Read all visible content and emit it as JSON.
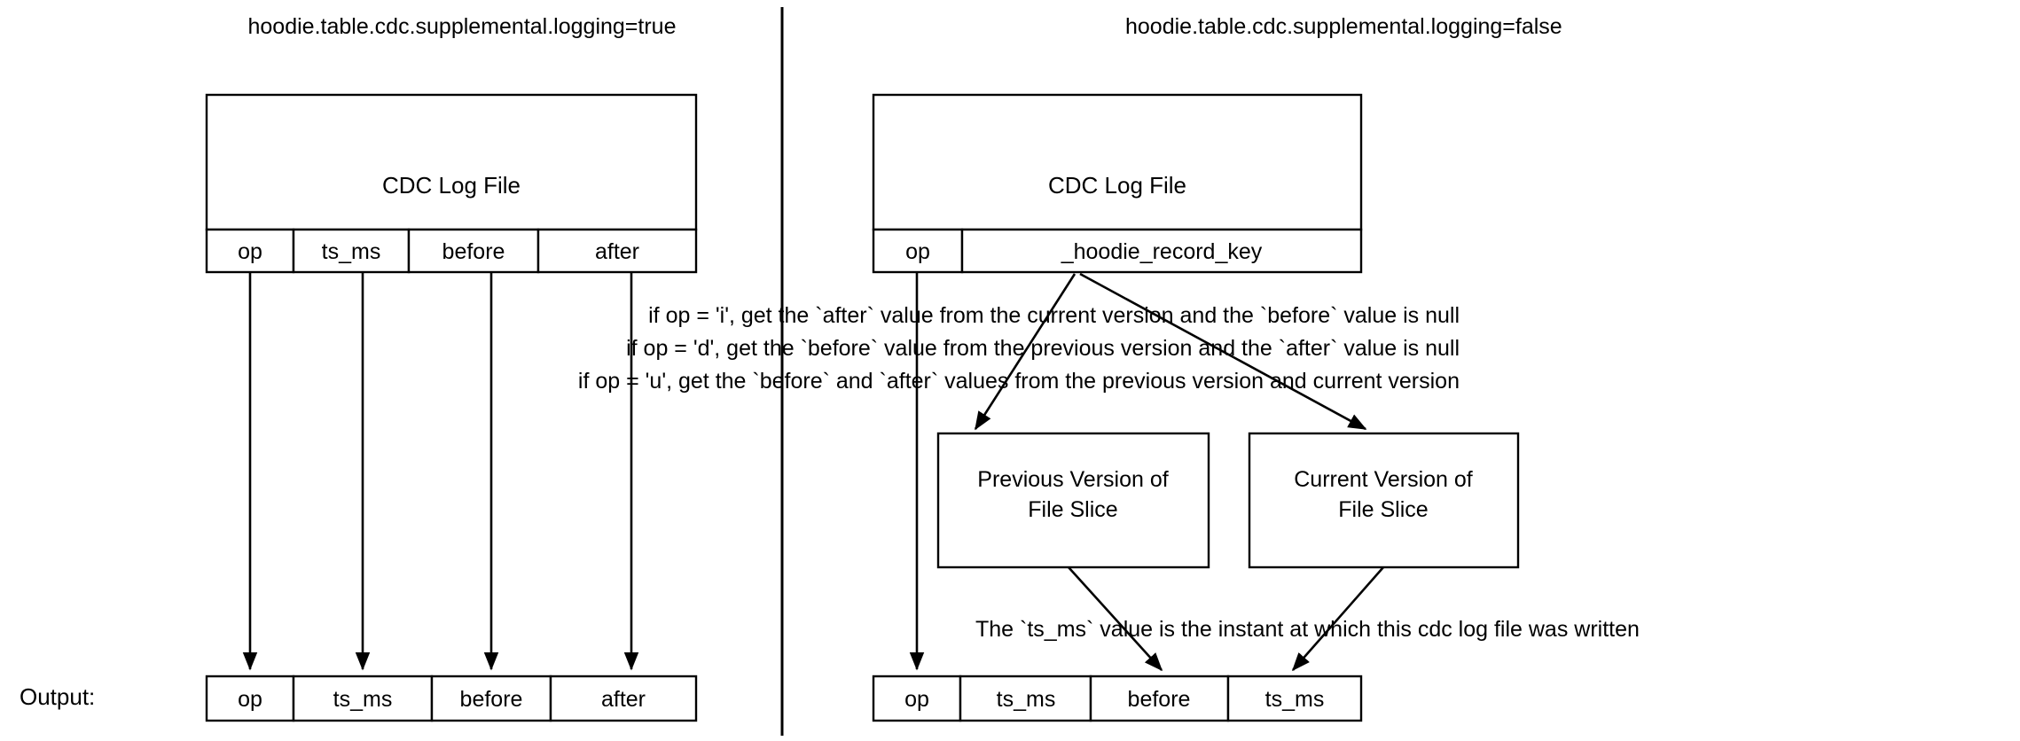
{
  "diagram": {
    "title_left": "hoodie.table.cdc.supplemental.logging=true",
    "title_right": "hoodie.table.cdc.supplemental.logging=false",
    "output_label": "Output:",
    "left_panel": {
      "source_box_label": "CDC Log File",
      "source_columns": [
        "op",
        "ts_ms",
        "before",
        "after"
      ],
      "output_columns": [
        "op",
        "ts_ms",
        "before",
        "after"
      ]
    },
    "right_panel": {
      "source_box_label": "CDC Log File",
      "source_columns": [
        "op",
        "_hoodie_record_key"
      ],
      "output_columns": [
        "op",
        "ts_ms",
        "before",
        "ts_ms"
      ],
      "rule_lines": [
        "if op = 'i', get the `after` value from the current version and the `before` value is null",
        "if op = 'd', get the `before` value from the previous version  and the `after` value is null",
        "if op = 'u', get the `before` and `after` values from the previous version and current version"
      ],
      "previous_version_box": [
        "Previous Version of",
        "File Slice"
      ],
      "current_version_box": [
        "Current Version of",
        "File Slice"
      ],
      "ts_note": "The `ts_ms` value is the instant at which this cdc log file was written"
    },
    "colors": {
      "stroke": "#000000",
      "fill": "#ffffff",
      "text": "#000000"
    }
  }
}
